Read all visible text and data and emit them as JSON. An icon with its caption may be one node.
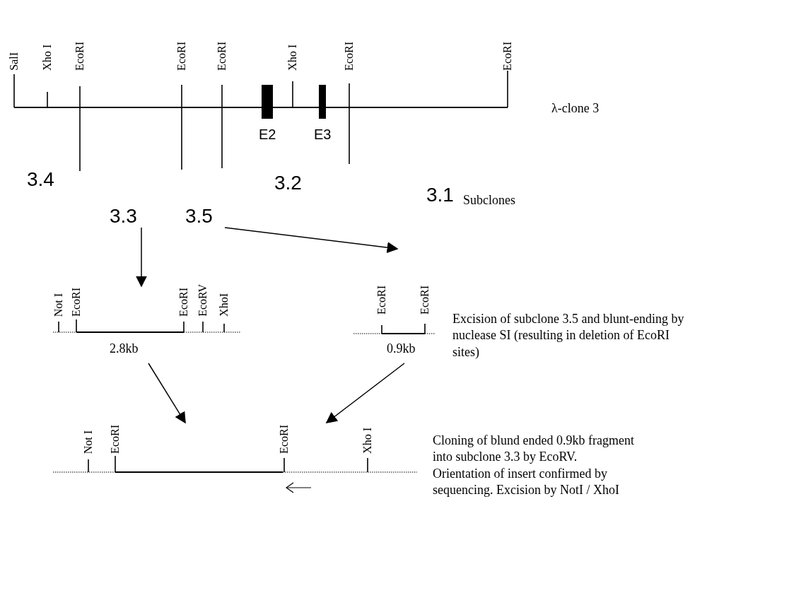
{
  "diagram": {
    "nodes": [
      {
        "text": [
          "SalI",
          "Xho I",
          "EcoRI",
          "EcoRI",
          "EcoRI",
          "Xho I",
          "EcoRI",
          "EcoRI",
          "E2",
          "E3"
        ],
        "beside": [
          "λ-clone 3"
        ]
      },
      {
        "text": [
          "3.3"
        ]
      },
      {
        "text": [
          "3.5"
        ]
      },
      {
        "text": [
          "Not I",
          "EcoRI",
          "EcoRI",
          "EcoRV",
          "XhoI",
          "2.8kb"
        ]
      },
      {
        "text": [
          "EcoRI",
          "EcoRI",
          "0.9kb"
        ],
        "beside": [
          "Excision of  subclone 3.5 and blunt-ending by nuclease SI (resulting in deletion of EcoRI sites)"
        ]
      },
      {
        "text": [
          "Not I",
          "EcoRI",
          "EcoRI",
          "Xho I"
        ],
        "beside": [
          "Cloning of blund ended 0.9kb fragment into subclone 3.3 by EcoRV. Orientation of insert confirmed by sequencing. Excision by NotI / XhoI"
        ]
      }
    ],
    "edges": [
      {
        "from": 1,
        "to": 3,
        "arrow": "to"
      },
      {
        "from": 2,
        "to": 4,
        "arrow": "to"
      },
      {
        "from": 3,
        "to": 5,
        "arrow": "to"
      },
      {
        "from": 4,
        "to": 5,
        "arrow": "to"
      }
    ],
    "labels": [
      "3.4",
      "3.2",
      "3.1",
      "Subclones"
    ]
  }
}
